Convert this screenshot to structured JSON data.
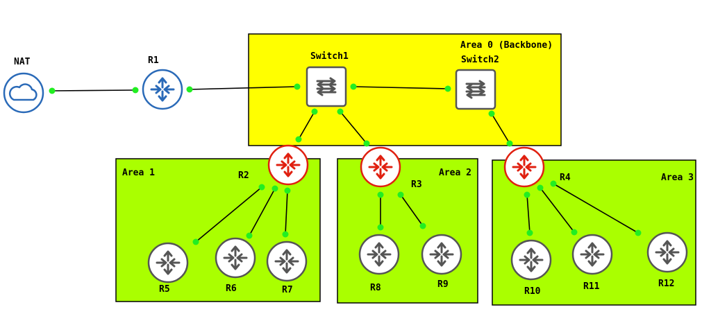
{
  "areas": {
    "area0": "Area 0 (Backbone)",
    "area1": "Area 1",
    "area2": "Area 2",
    "area3": "Area 3"
  },
  "nodes": {
    "nat": "NAT",
    "r1": "R1",
    "switch1": "Switch1",
    "switch2": "Switch2",
    "r2": "R2",
    "r3": "R3",
    "r4": "R4",
    "r5": "R5",
    "r6": "R6",
    "r7": "R7",
    "r8": "R8",
    "r9": "R9",
    "r10": "R10",
    "r11": "R11",
    "r12": "R12"
  },
  "colors": {
    "backbone_fill": "#ffff00",
    "area_fill": "#aaff00",
    "abr_router": "#e02010",
    "edge_router": "#2a6ab8",
    "internal_router": "#555555",
    "port": "#22ee22"
  },
  "icons": {
    "nat": "cloud-icon",
    "router": "router-icon",
    "switch": "switch-icon"
  }
}
